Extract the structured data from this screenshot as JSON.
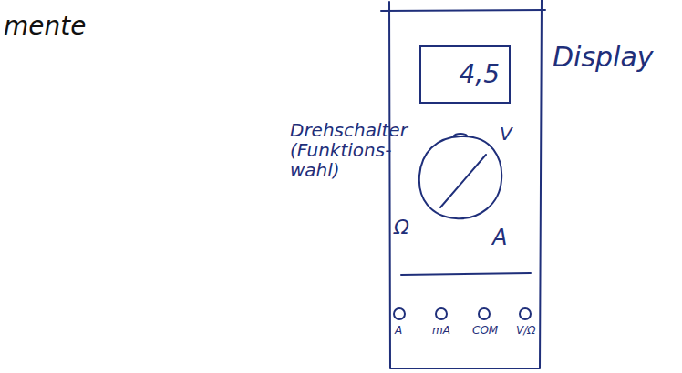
{
  "diagram": {
    "title": "mente",
    "nodes": [
      {
        "text": [
          "4,5"
        ]
      }
    ],
    "labels": [
      "Display",
      "Drehschalter (Funktions- wahl)",
      "V",
      "Ω",
      "A",
      "A",
      "mA",
      "COM",
      "V/Ω"
    ]
  }
}
